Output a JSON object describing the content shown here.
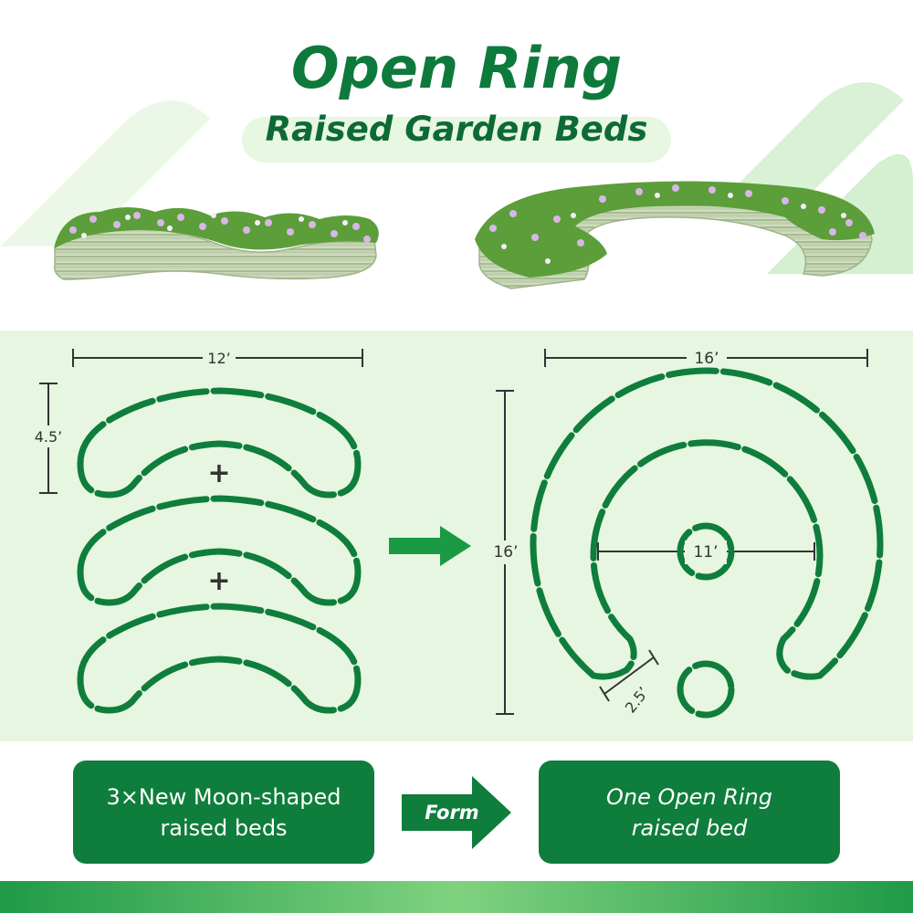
{
  "title": {
    "main": "Open Ring",
    "sub": "Raised Garden Beds"
  },
  "dimensions": {
    "moon_width": "12’",
    "moon_height": "4.5’",
    "ring_width": "16’",
    "ring_height": "16’",
    "ring_inner": "11’",
    "ring_bed_width": "2.5’"
  },
  "symbols": {
    "plus_1": "+",
    "plus_2": "+"
  },
  "boxes": {
    "left": {
      "line1": "3×New Moon-shaped",
      "line2": "raised beds"
    },
    "connector": "Form",
    "right": {
      "line1": "One Open Ring",
      "line2": "raised bed"
    }
  },
  "colors": {
    "brand_green": "#0f7d3c",
    "title_green": "#0d7a3c",
    "diagram_bg": "#e6f6e0",
    "planter_metal": "#c9d8b8"
  },
  "icon_names": [
    "moon-planter-photo",
    "open-ring-planter-photo",
    "right-arrow-icon"
  ]
}
